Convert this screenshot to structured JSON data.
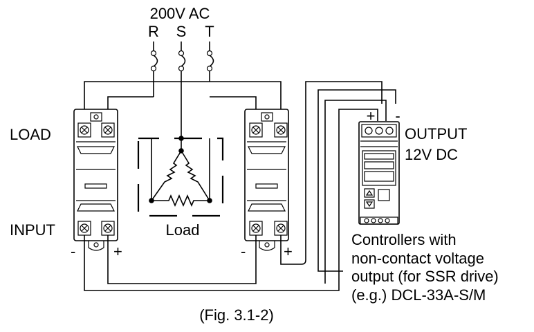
{
  "supply": {
    "voltage": "200V AC",
    "phases": [
      "R",
      "S",
      "T"
    ]
  },
  "ssr_left": {
    "load_label": "LOAD",
    "input_label": "INPUT",
    "minus": "-",
    "plus": "+"
  },
  "ssr_right": {
    "minus": "-",
    "plus": "+"
  },
  "load": {
    "label": "Load"
  },
  "controller": {
    "terminal_plus": "+",
    "terminal_minus": "-",
    "output_label_line1": "OUTPUT",
    "output_label_line2": "12V DC",
    "caption_lines": [
      "Controllers with",
      "non-contact voltage",
      "output (for SSR drive)",
      "(e.g.) DCL-33A-S/M"
    ]
  },
  "figure_caption": "(Fig. 3.1-2)"
}
